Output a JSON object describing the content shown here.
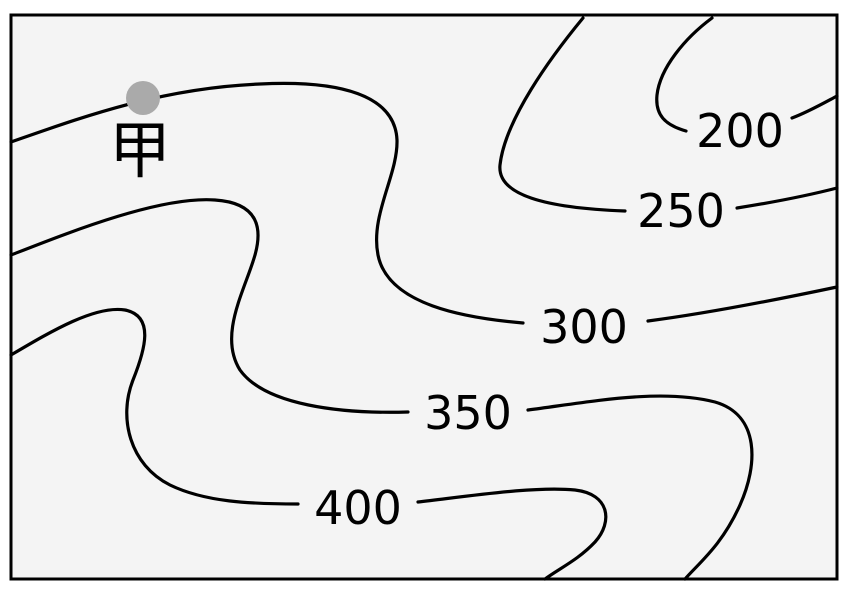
{
  "map": {
    "background_color": "#f4f4f4",
    "border_color": "#000000",
    "contour_color": "#000000",
    "contour_labels": {
      "c200": "200",
      "c250": "250",
      "c300": "300",
      "c350": "350",
      "c400": "400"
    },
    "point": {
      "label": "甲",
      "marker_color": "#aaaaaa"
    }
  }
}
